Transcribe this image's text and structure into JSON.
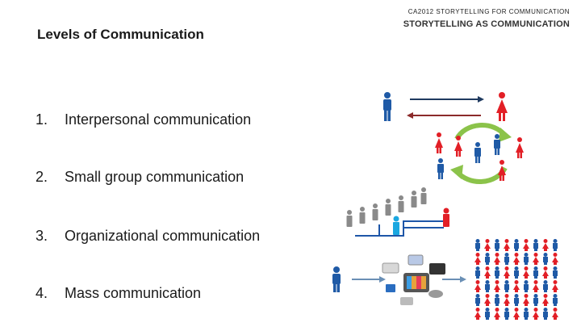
{
  "header": {
    "course": "CA2012 STORYTELLING FOR COMMUNICATION",
    "subtitle": "STORYTELLING AS COMMUNICATION"
  },
  "title": "Levels of Communication",
  "levels": [
    {
      "num": "1.",
      "label": "Interpersonal communication"
    },
    {
      "num": "2.",
      "label": "Small group communication"
    },
    {
      "num": "3.",
      "label": "Organizational communication"
    },
    {
      "num": "4.",
      "label": "Mass communication"
    }
  ],
  "colors": {
    "male": "#1f5aa6",
    "female": "#e21f26",
    "arrow_dark": "#1f3a5f",
    "arrow_red": "#8b2a2a",
    "cycle": "#8bc34a",
    "org_gray": "#8a8a8a",
    "org_line": "#1e56a8"
  },
  "illustrations": {
    "interpersonal": "person-to-person-arrows",
    "small_group": "group-cycle",
    "organizational": "org-chart-people",
    "mass": "media-to-crowd"
  }
}
